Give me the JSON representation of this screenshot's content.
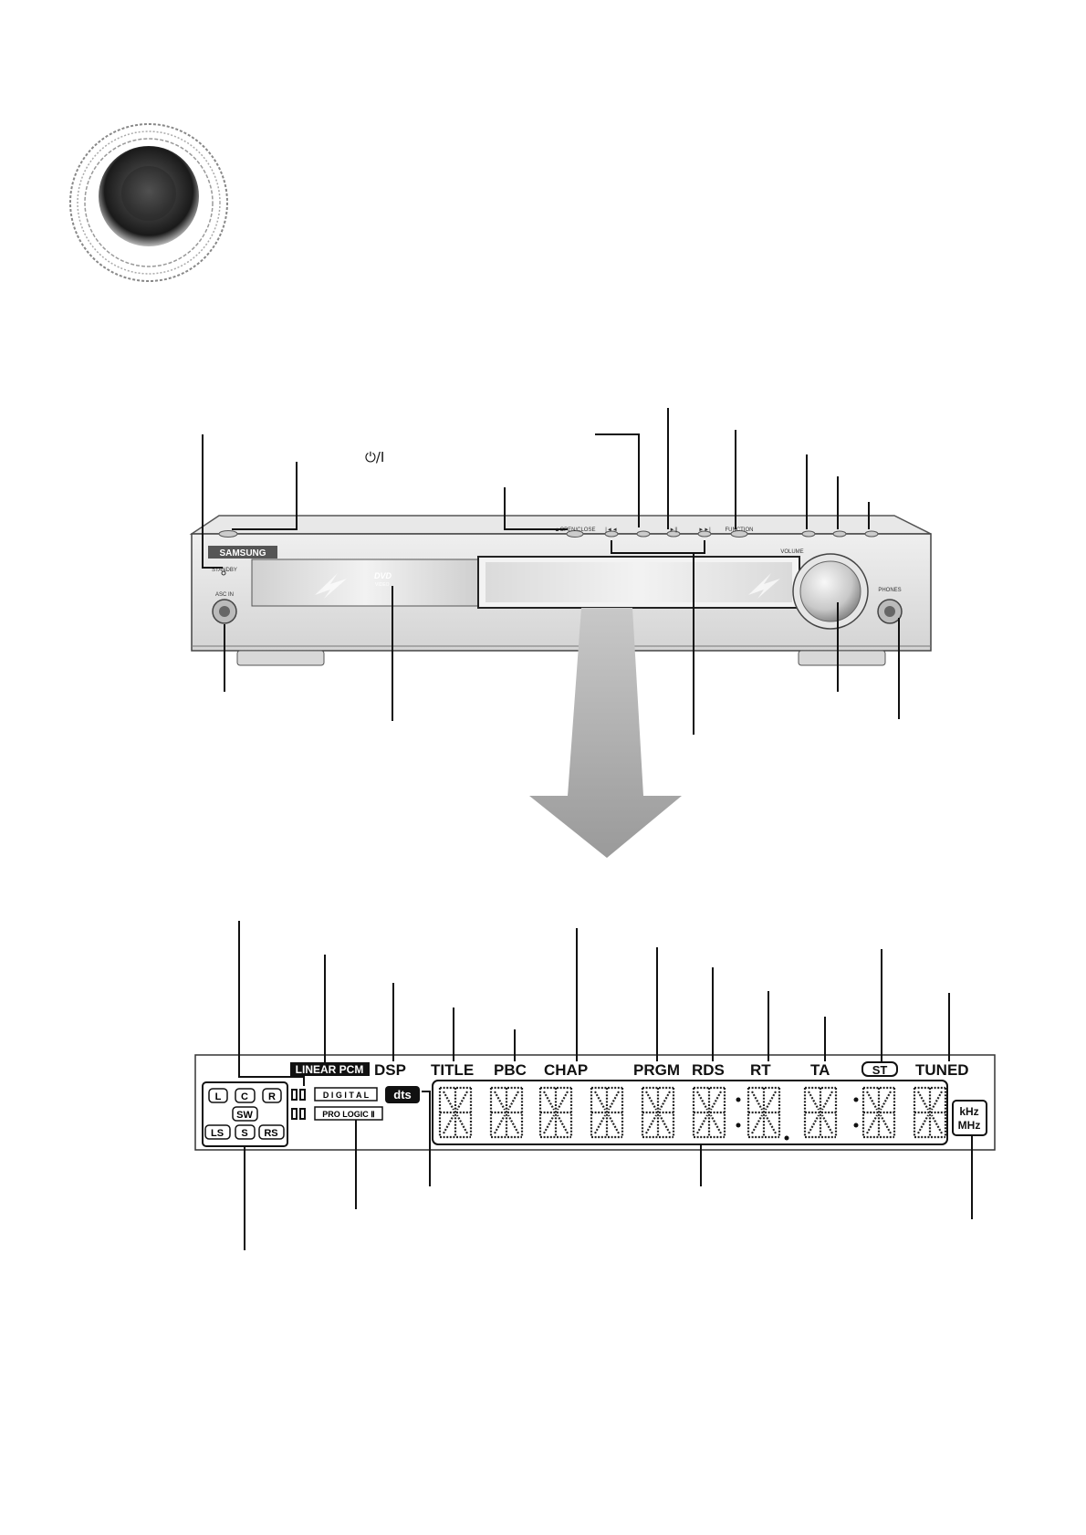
{
  "power_symbol": "⏻/I",
  "brand": "SAMSUNG",
  "panel": {
    "standby": "STANDBY",
    "asc_in": "ASC IN",
    "dvd_logo": "DVD",
    "dvd_sub": "VIDEO",
    "open_close": "▲OPEN/CLOSE",
    "prev": "|◄◄",
    "play_pause": "►||",
    "next": "►►|",
    "function": "FUNCTION",
    "volume": "VOLUME",
    "phones": "PHONES"
  },
  "display": {
    "linear_pcm": "LINEAR PCM",
    "dsp": "DSP",
    "title": "TITLE",
    "pbc": "PBC",
    "chap": "CHAP",
    "prgm": "PRGM",
    "rds": "RDS",
    "rt": "RT",
    "ta": "TA",
    "st": "ST",
    "tuned": "TUNED",
    "digital": "D I G I T A L",
    "pro_logic": "PRO LOGIC Ⅱ",
    "dts": "dts",
    "khz": "kHz",
    "mhz": "MHz",
    "channels": {
      "l": "L",
      "c": "C",
      "r": "R",
      "sw": "SW",
      "ls": "LS",
      "s": "S",
      "rs": "RS"
    }
  }
}
